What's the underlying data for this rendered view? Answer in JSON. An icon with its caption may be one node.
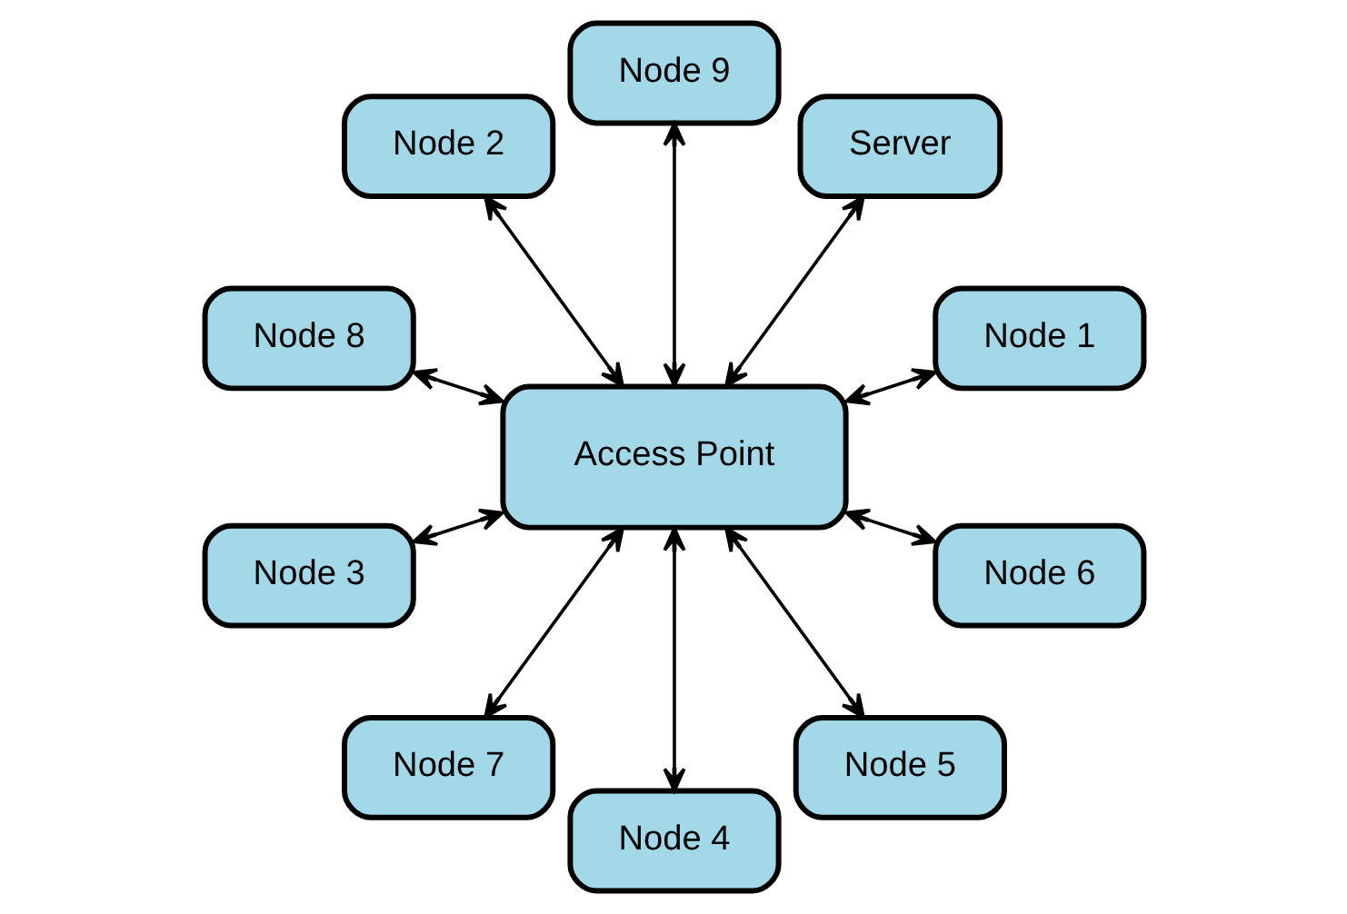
{
  "diagram": {
    "nodes": [
      {
        "text": [
          "Node 1"
        ]
      },
      {
        "text": [
          "Server"
        ]
      },
      {
        "text": [
          "Node 9"
        ]
      },
      {
        "text": [
          "Node 2"
        ]
      },
      {
        "text": [
          "Access Point"
        ]
      },
      {
        "text": [
          "Node 8"
        ]
      },
      {
        "text": [
          "Node 3"
        ]
      },
      {
        "text": [
          "Node 7"
        ]
      },
      {
        "text": [
          "Node 4"
        ]
      },
      {
        "text": [
          "Node 5"
        ]
      },
      {
        "text": [
          "Node 6"
        ]
      }
    ],
    "edges": [
      {
        "from": 4,
        "to": 1,
        "arrow": "both"
      },
      {
        "from": 4,
        "to": 2,
        "arrow": "both"
      },
      {
        "from": 4,
        "to": 5,
        "arrow": "both"
      },
      {
        "from": 4,
        "to": 7,
        "arrow": "both"
      },
      {
        "from": 4,
        "to": 10,
        "arrow": "both"
      },
      {
        "from": 4,
        "to": 9,
        "arrow": "both"
      },
      {
        "from": 4,
        "to": 8,
        "arrow": "both"
      },
      {
        "from": 4,
        "to": 6,
        "arrow": "both"
      },
      {
        "from": 4,
        "to": 3,
        "arrow": "both"
      },
      {
        "from": 4,
        "to": 0,
        "arrow": "both"
      }
    ]
  }
}
